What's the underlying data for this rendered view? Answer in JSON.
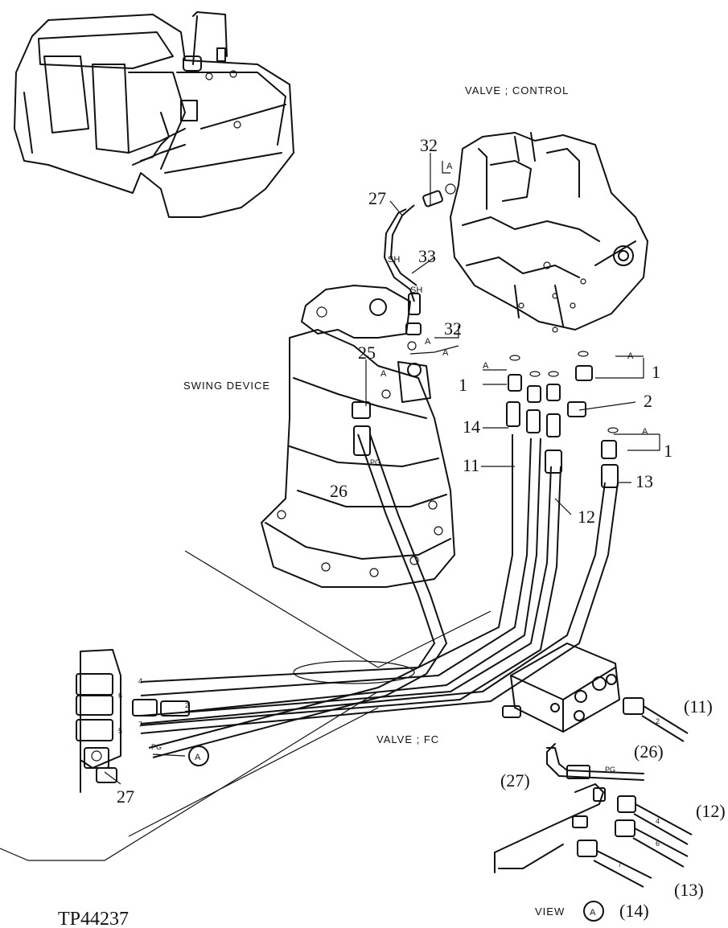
{
  "titles": {
    "control_valve": "VALVE ; CONTROL",
    "swing_device": "SWING DEVICE",
    "fc_valve": "VALVE ; FC",
    "view": "VIEW"
  },
  "callouts": {
    "n1a": "1",
    "n1b": "1",
    "n1c": "1",
    "n2": "2",
    "n11": "11",
    "n12": "12",
    "n13": "13",
    "n14": "14",
    "n25": "25",
    "n26": "26",
    "n27a": "27",
    "n27b": "27",
    "n32a": "32",
    "n32b": "32",
    "n33": "33",
    "v11": "(11)",
    "v12": "(12)",
    "v13": "(13)",
    "v14": "(14)",
    "v26": "(26)",
    "v27": "(27)"
  },
  "markers": {
    "A": "A",
    "SH": "SH",
    "PG": "PG",
    "view_marker": "A"
  },
  "hose_tags": {
    "h2": "2",
    "h4": "4",
    "h5": "5",
    "h6": "6",
    "h7": "7"
  },
  "figure_code": "TP44237"
}
